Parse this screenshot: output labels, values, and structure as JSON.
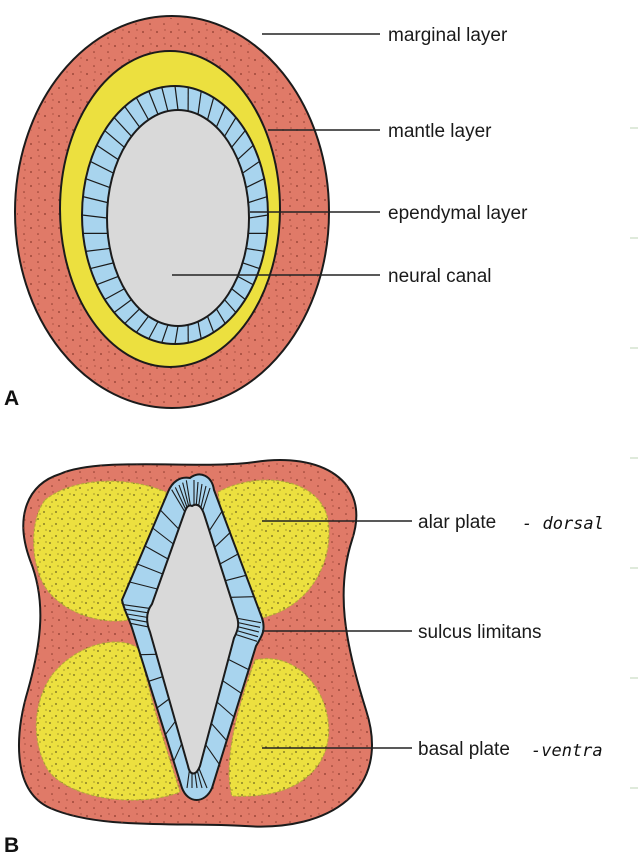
{
  "panels": {
    "a": {
      "letter": "A",
      "labels": {
        "marginal": "marginal layer",
        "mantle": "mantle layer",
        "ependymal": "ependymal layer",
        "canal": "neural canal"
      }
    },
    "b": {
      "letter": "B",
      "labels": {
        "alar": "alar plate",
        "alar_note": "- dorsal",
        "sulcus": "sulcus limitans",
        "basal": "basal plate",
        "basal_note": "-ventra"
      }
    }
  },
  "colors": {
    "marginal": "#e07a68",
    "mantle": "#ece03f",
    "ependymal": "#a8d4ee",
    "canal": "#d9d9d9",
    "outline": "#1b1b1b"
  }
}
